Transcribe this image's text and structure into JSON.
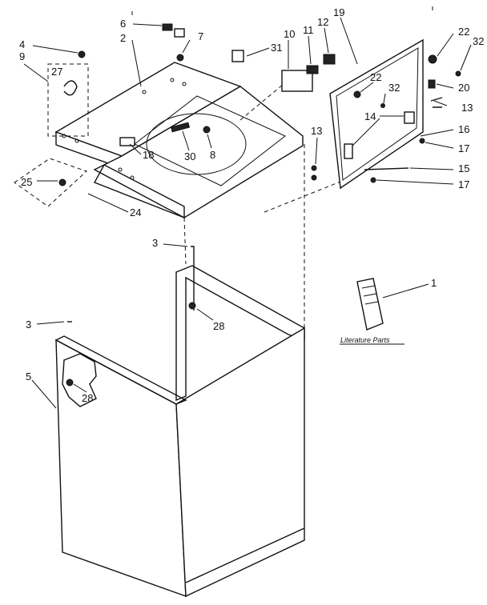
{
  "callouts": {
    "c1": "1",
    "c2": "2",
    "c3a": "3",
    "c3b": "3",
    "c4": "4",
    "c5": "5",
    "c6": "6",
    "c7": "7",
    "c8": "8",
    "c9": "9",
    "c10": "10",
    "c11": "11",
    "c12": "12",
    "c13a": "13",
    "c13b": "13",
    "c14": "14",
    "c15": "15",
    "c16": "16",
    "c17a": "17",
    "c17b": "17",
    "c18": "18",
    "c19": "19",
    "c20": "20",
    "c22a": "22",
    "c22b": "22",
    "c24": "24",
    "c25": "25",
    "c27": "27",
    "c28a": "28",
    "c28b": "28",
    "c30": "30",
    "c31": "31",
    "c32a": "32",
    "c32b": "32"
  },
  "literature": {
    "label": "Literature Parts"
  }
}
